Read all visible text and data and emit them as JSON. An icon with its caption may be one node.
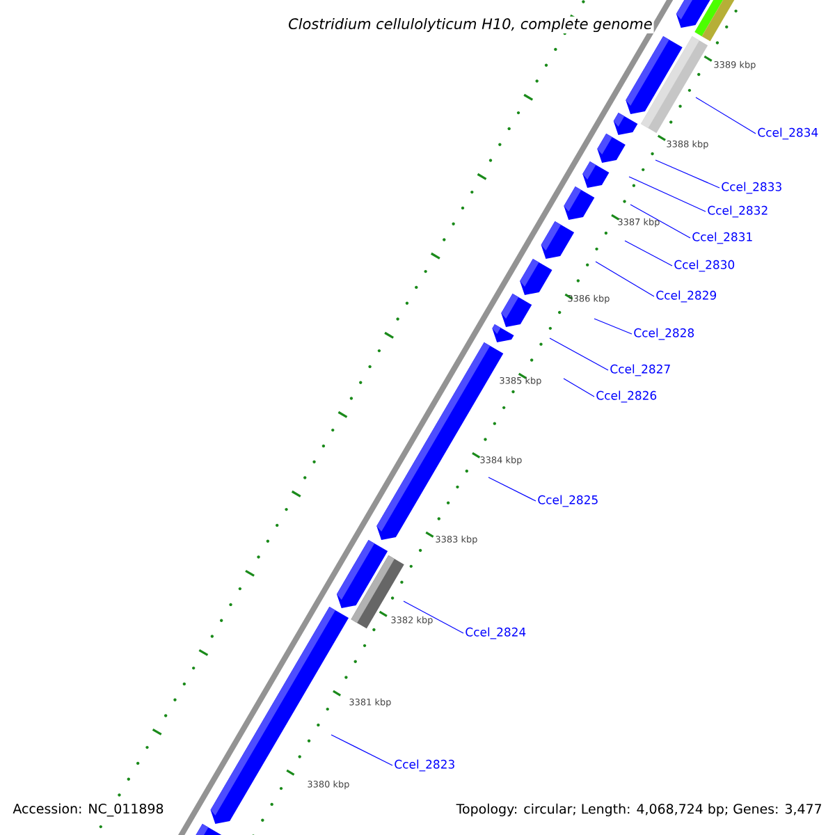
{
  "diagram": {
    "title": "Clostridium cellulolyticum H10, complete genome",
    "nodes": [
      {
        "text": [
          "Ccel_2834"
        ]
      },
      {
        "text": [
          "Ccel_2833"
        ]
      },
      {
        "text": [
          "Ccel_2832"
        ]
      },
      {
        "text": [
          "Ccel_2831"
        ]
      },
      {
        "text": [
          "Ccel_2830"
        ]
      },
      {
        "text": [
          "Ccel_2829"
        ]
      },
      {
        "text": [
          "Ccel_2828"
        ]
      },
      {
        "text": [
          "Ccel_2827"
        ]
      },
      {
        "text": [
          "Ccel_2826"
        ]
      },
      {
        "text": [
          "Ccel_2825"
        ]
      },
      {
        "text": [
          "Ccel_2824"
        ]
      },
      {
        "text": [
          "Ccel_2823"
        ]
      }
    ],
    "edges": [
      {
        "from": 0,
        "to": null,
        "arrow": "none"
      },
      {
        "from": 1,
        "to": null,
        "arrow": "none"
      },
      {
        "from": 2,
        "to": null,
        "arrow": "none"
      },
      {
        "from": 3,
        "to": null,
        "arrow": "none"
      },
      {
        "from": 4,
        "to": null,
        "arrow": "none"
      },
      {
        "from": 5,
        "to": null,
        "arrow": "none"
      },
      {
        "from": 6,
        "to": null,
        "arrow": "none"
      },
      {
        "from": 7,
        "to": null,
        "arrow": "none"
      },
      {
        "from": 8,
        "to": null,
        "arrow": "none"
      },
      {
        "from": 9,
        "to": null,
        "arrow": "none"
      },
      {
        "from": 10,
        "to": null,
        "arrow": "none"
      },
      {
        "from": 11,
        "to": null,
        "arrow": "none"
      }
    ],
    "labels": [
      "3389 kbp",
      "3388 kbp",
      "3387 kbp",
      "3386 kbp",
      "3385 kbp",
      "3384 kbp",
      "3383 kbp",
      "3382 kbp",
      "3381 kbp",
      "3380 kbp",
      "Accession: NC_011898",
      "Topology: circular; Length: 4,068,724 bp; Genes: 3,477"
    ]
  }
}
